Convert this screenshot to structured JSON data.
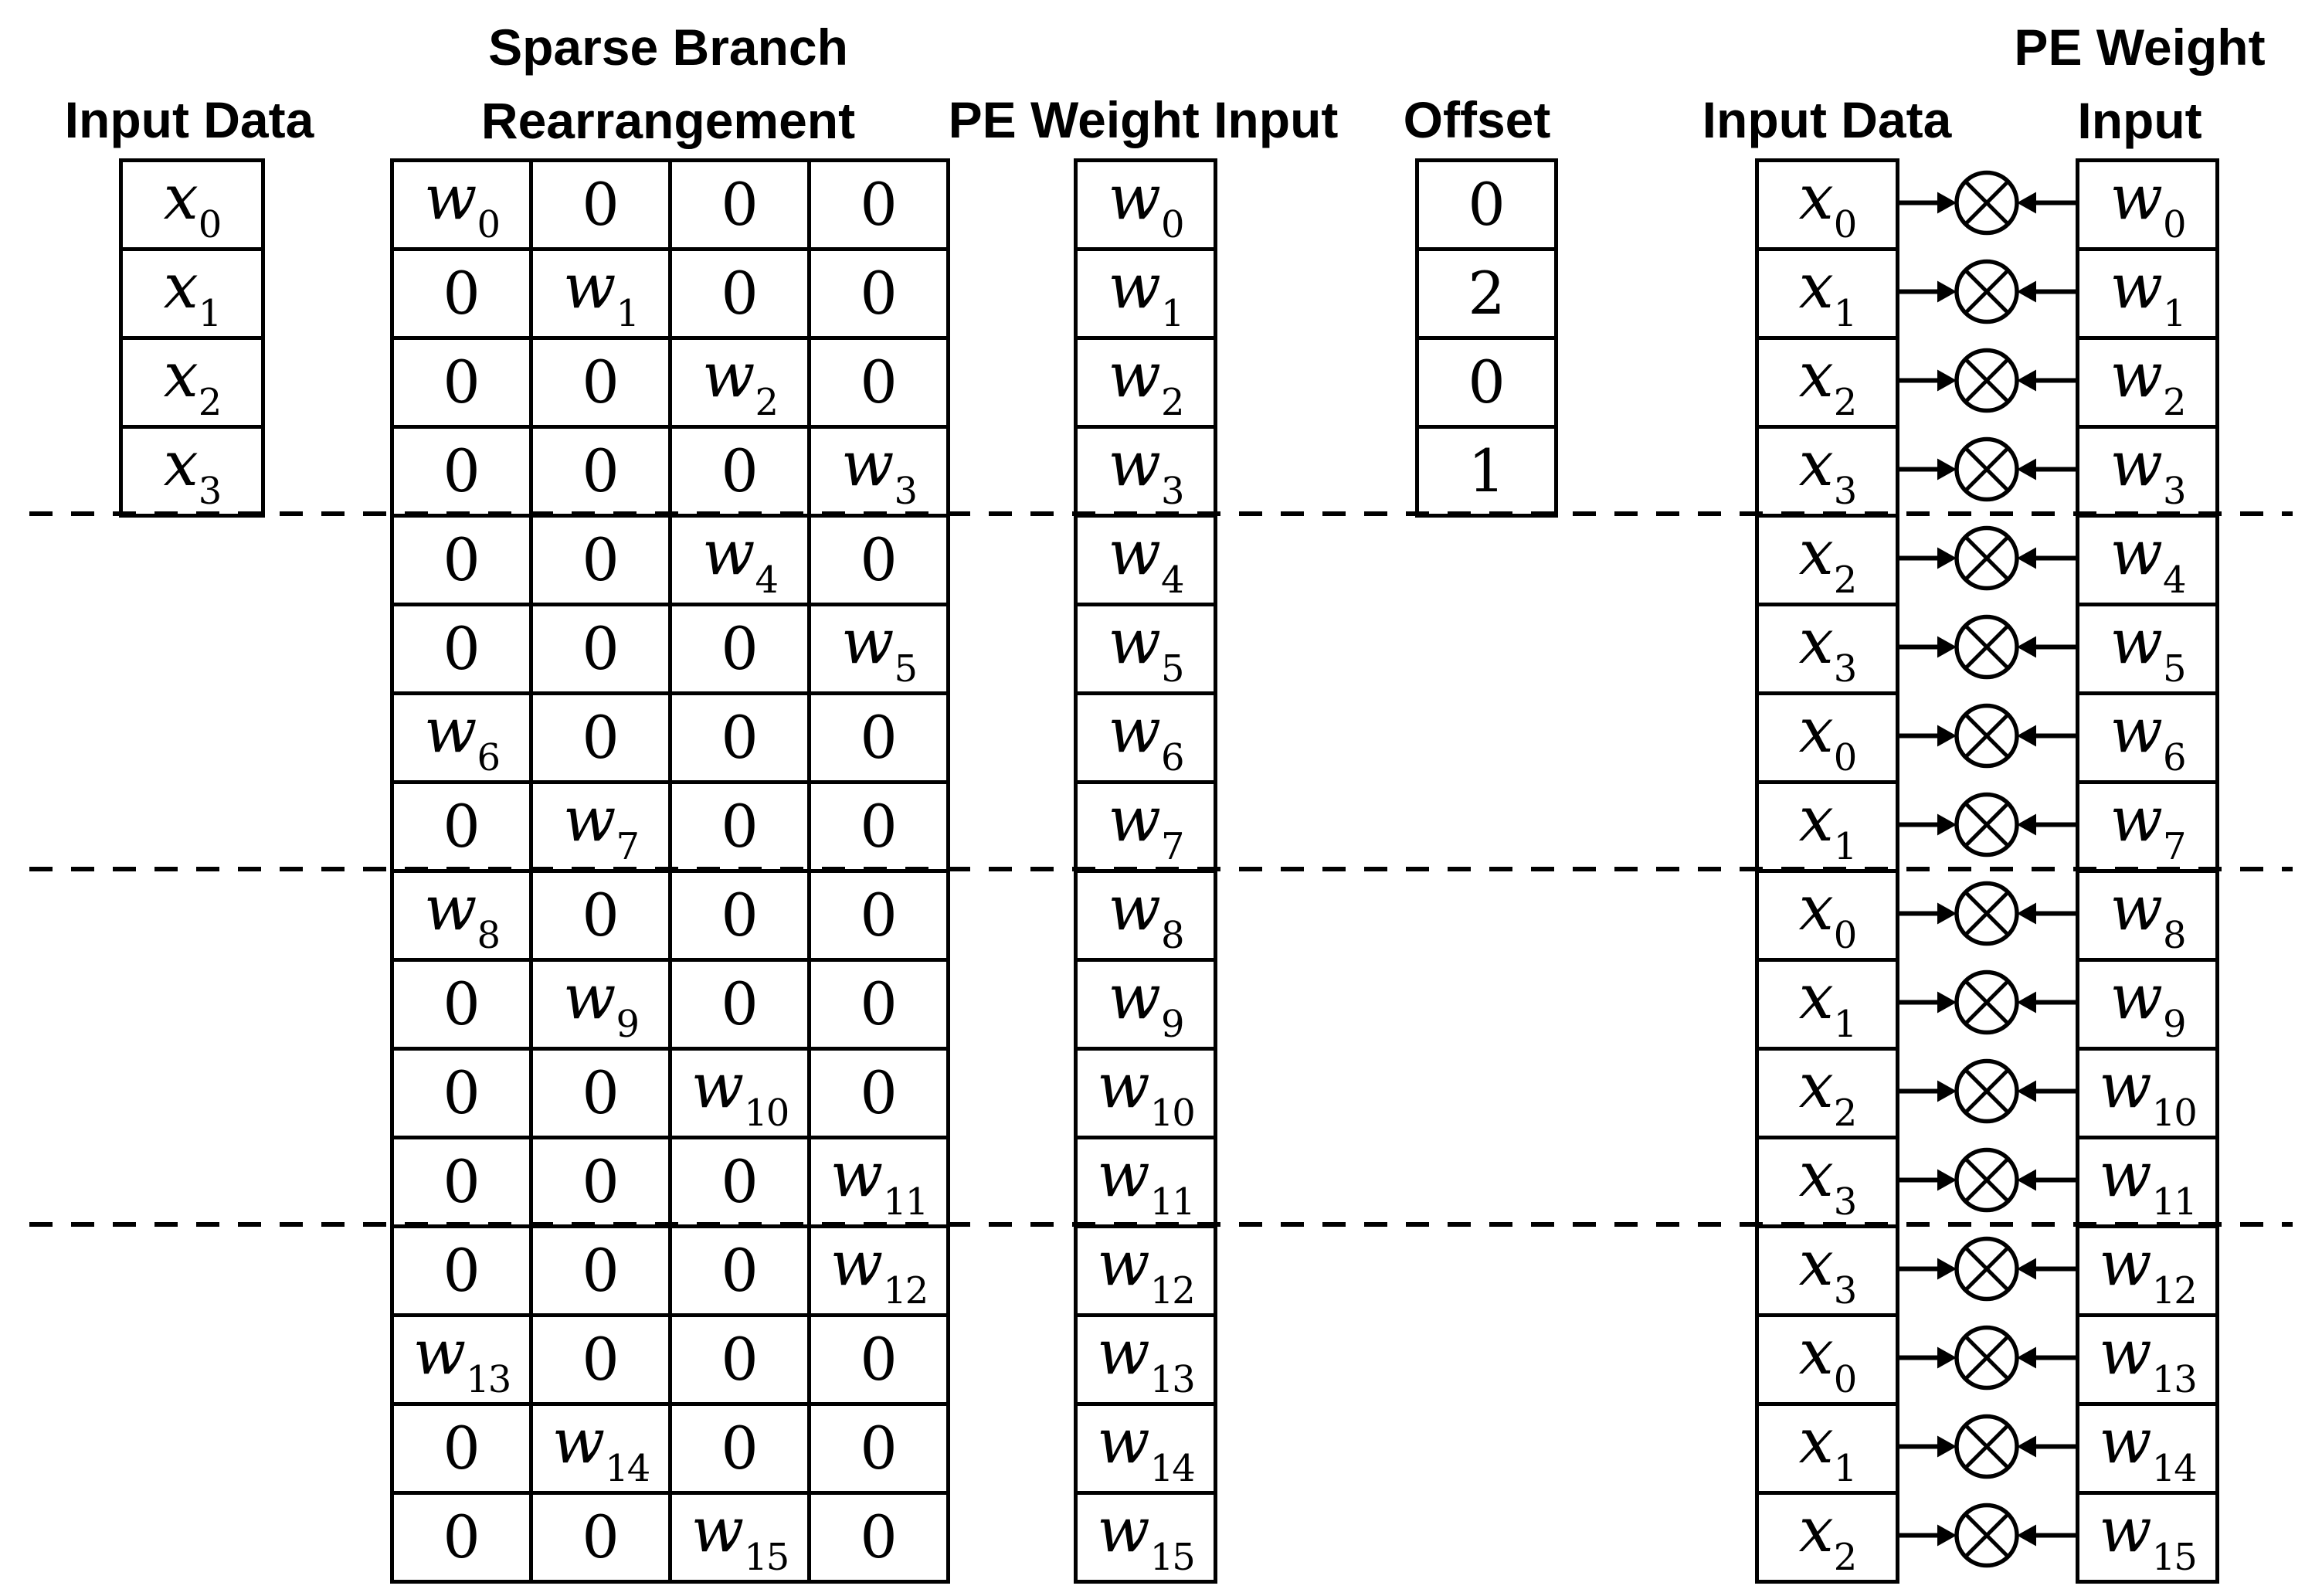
{
  "colors": {
    "ink": "#000000",
    "background": "#ffffff"
  },
  "headers": {
    "left_input": "Input Data",
    "matrix_line1": "Sparse Branch",
    "matrix_line2": "Rearrangement",
    "pe_weight_input": "PE Weight Input",
    "offset": "Offset",
    "right_input": "Input Data",
    "right_weight_line1": "PE Weight",
    "right_weight_line2": "Input"
  },
  "left_input_cells": [
    "x0",
    "x1",
    "x2",
    "x3"
  ],
  "matrix_rows": [
    [
      "w0",
      "0",
      "0",
      "0"
    ],
    [
      "0",
      "w1",
      "0",
      "0"
    ],
    [
      "0",
      "0",
      "w2",
      "0"
    ],
    [
      "0",
      "0",
      "0",
      "w3"
    ],
    [
      "0",
      "0",
      "w4",
      "0"
    ],
    [
      "0",
      "0",
      "0",
      "w5"
    ],
    [
      "w6",
      "0",
      "0",
      "0"
    ],
    [
      "0",
      "w7",
      "0",
      "0"
    ],
    [
      "w8",
      "0",
      "0",
      "0"
    ],
    [
      "0",
      "w9",
      "0",
      "0"
    ],
    [
      "0",
      "0",
      "w10",
      "0"
    ],
    [
      "0",
      "0",
      "0",
      "w11"
    ],
    [
      "0",
      "0",
      "0",
      "w12"
    ],
    [
      "w13",
      "0",
      "0",
      "0"
    ],
    [
      "0",
      "w14",
      "0",
      "0"
    ],
    [
      "0",
      "0",
      "w15",
      "0"
    ]
  ],
  "pe_weight_input_cells": [
    "w0",
    "w1",
    "w2",
    "w3",
    "w4",
    "w5",
    "w6",
    "w7",
    "w8",
    "w9",
    "w10",
    "w11",
    "w12",
    "w13",
    "w14",
    "w15"
  ],
  "offset_values": [
    "0",
    "2",
    "0",
    "1"
  ],
  "pe_rows": [
    {
      "input": "x0",
      "weight": "w0"
    },
    {
      "input": "x1",
      "weight": "w1"
    },
    {
      "input": "x2",
      "weight": "w2"
    },
    {
      "input": "x3",
      "weight": "w3"
    },
    {
      "input": "x2",
      "weight": "w4"
    },
    {
      "input": "x3",
      "weight": "w5"
    },
    {
      "input": "x0",
      "weight": "w6"
    },
    {
      "input": "x1",
      "weight": "w7"
    },
    {
      "input": "x0",
      "weight": "w8"
    },
    {
      "input": "x1",
      "weight": "w9"
    },
    {
      "input": "x2",
      "weight": "w10"
    },
    {
      "input": "x3",
      "weight": "w11"
    },
    {
      "input": "x3",
      "weight": "w12"
    },
    {
      "input": "x0",
      "weight": "w13"
    },
    {
      "input": "x1",
      "weight": "w14"
    },
    {
      "input": "x2",
      "weight": "w15"
    }
  ],
  "group_size": 4,
  "multiply_symbol": "circled-times"
}
